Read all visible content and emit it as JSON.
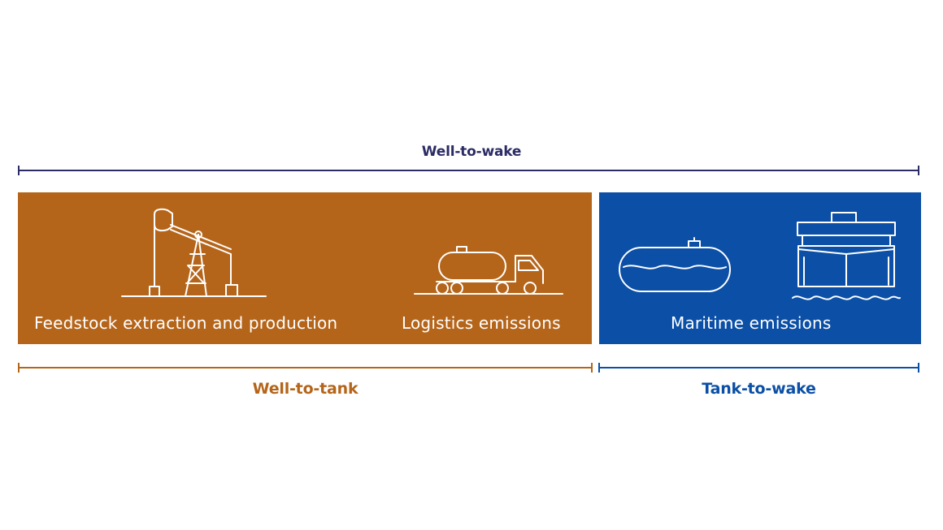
{
  "colors": {
    "well_to_wake": "#2b2b66",
    "well_to_tank": "#b5651a",
    "tank_to_wake": "#0b4fa6",
    "icon_stroke": "#ffffff"
  },
  "diagram": {
    "top_label": "Well-to-wake",
    "stages": [
      {
        "label": "Feedstock extraction and production",
        "icon": "oil-pump-icon"
      },
      {
        "label": "Logistics emissions",
        "icon": "tanker-truck-icon"
      },
      {
        "label": "Maritime emissions",
        "icons": [
          "fuel-tank-icon",
          "ship-icon"
        ]
      }
    ],
    "well_to_tank_label": "Well-to-tank",
    "tank_to_wake_label": "Tank-to-wake"
  }
}
